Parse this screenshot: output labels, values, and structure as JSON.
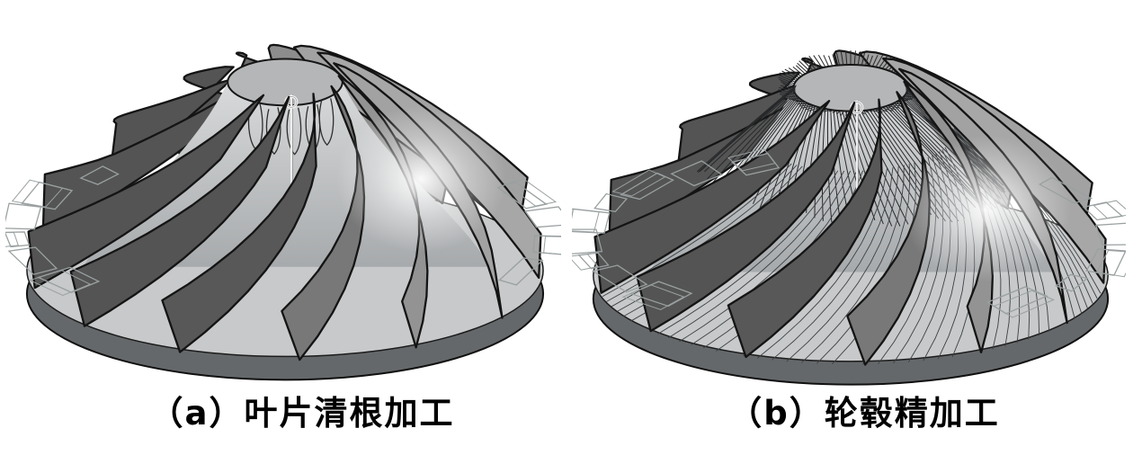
{
  "figure": {
    "panels": [
      {
        "id": "a",
        "caption": "（a）叶片清根加工"
      },
      {
        "id": "b",
        "caption": "（b）轮毂精加工"
      }
    ]
  },
  "render": {
    "background": "#ffffff",
    "palette": {
      "disk_rim": "#65686a",
      "disk_top": "#c7c9ca",
      "cone_top": "#d8dadb",
      "cone_bottom": "#a7aaac",
      "hub_top": "#b4b6b8",
      "blade_edge": "#141414",
      "wireframe_stock": "#9aa0a1",
      "toolpath_dark": "#26282a",
      "streamline": "#3c4043",
      "axis_marker": "#efefef",
      "caption_color": "#000000"
    },
    "impellers": [
      {
        "id": "a",
        "blade_count": 13,
        "toolpaths": false
      },
      {
        "id": "b",
        "blade_count": 13,
        "toolpaths": true
      }
    ]
  }
}
